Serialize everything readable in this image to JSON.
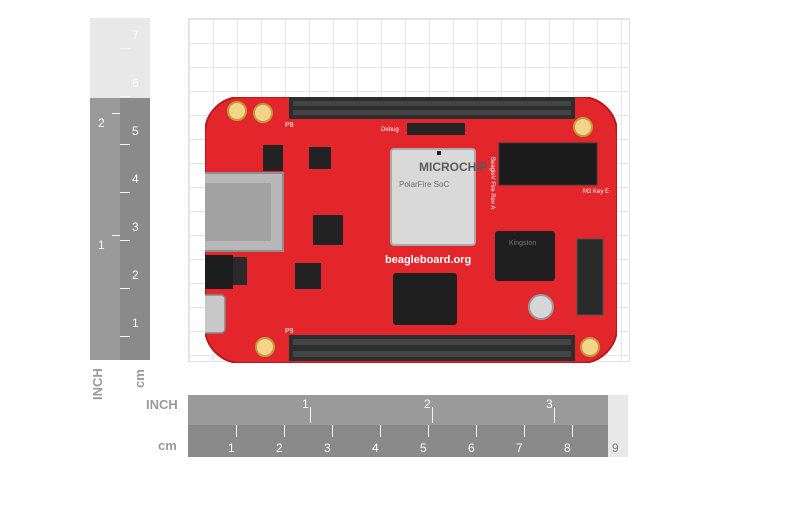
{
  "rulers": {
    "vertical": {
      "inch_label": "INCH",
      "cm_label": "cm",
      "inch_numbers": [
        "2",
        "1"
      ],
      "cm_numbers": [
        "7",
        "6",
        "5",
        "4",
        "3",
        "2",
        "1"
      ]
    },
    "horizontal": {
      "inch_label": "INCH",
      "cm_label": "cm",
      "inch_numbers": [
        "1",
        "2",
        "3"
      ],
      "cm_numbers": [
        "1",
        "2",
        "3",
        "4",
        "5",
        "6",
        "7",
        "8",
        "9"
      ]
    }
  },
  "board": {
    "labels": {
      "chip_brand": "MICROCHIP",
      "chip_text": "PolarFire SoC",
      "mem_brand": "Kingston",
      "logo": "beagleboard.org",
      "board_name": "BeagleV Fire Rev A",
      "debug": "Debug",
      "slot": "M2 Key E",
      "header_p9": "P9",
      "header_p8": "P8"
    },
    "colors": {
      "pcb": "#e3262b",
      "header": "#2d2d2d",
      "chip": "#d9d9d9",
      "grid": "#e6e6e6"
    }
  }
}
